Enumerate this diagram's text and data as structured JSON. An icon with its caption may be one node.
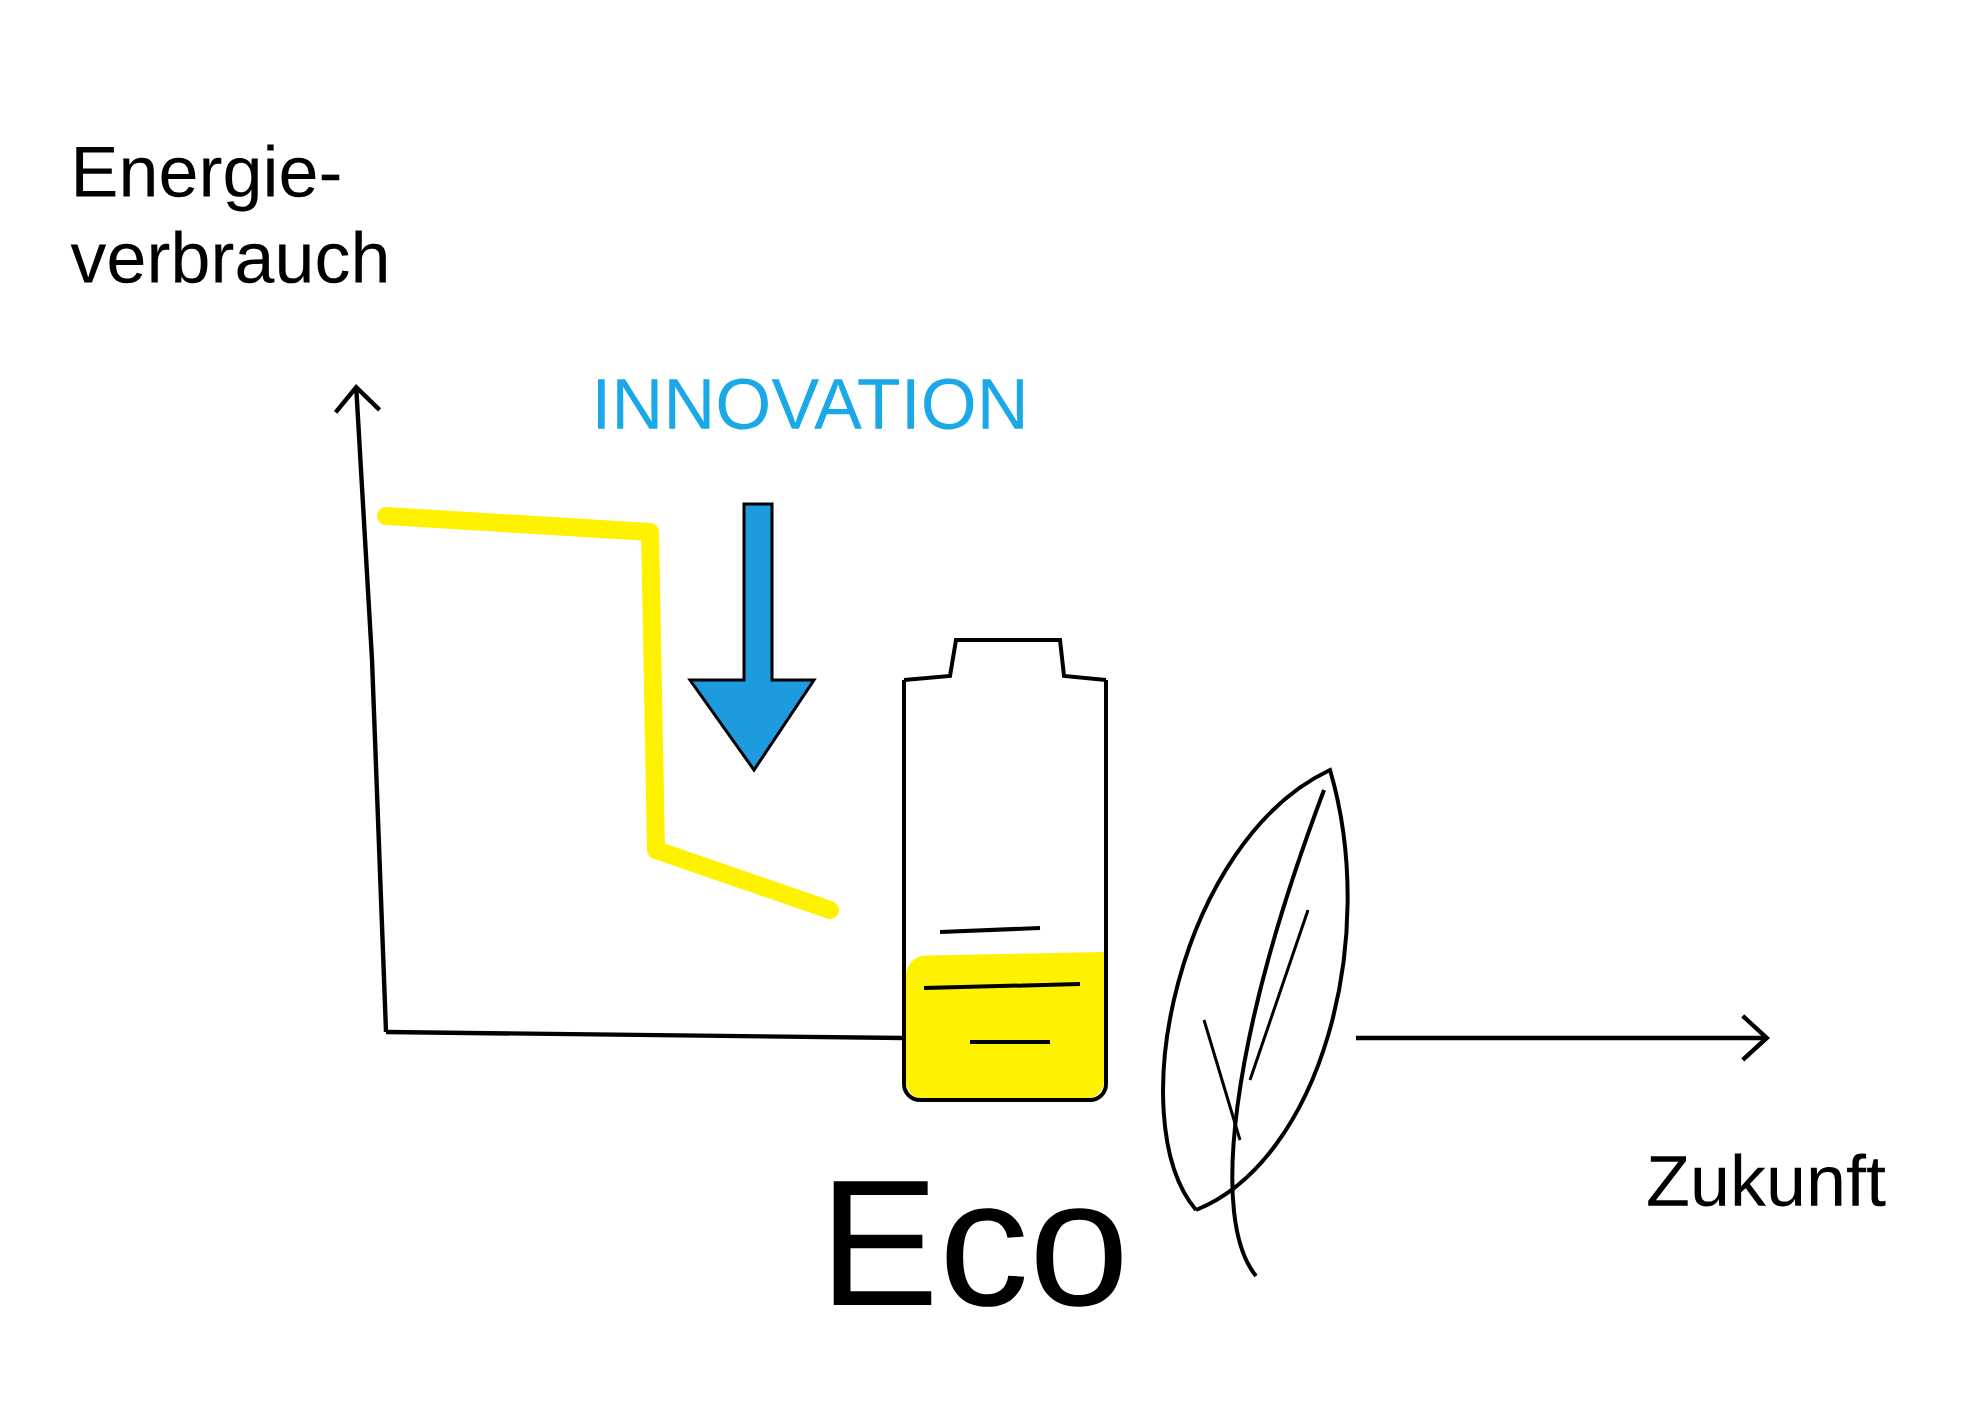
{
  "diagram": {
    "labels": [
      "Energie- verbrauch",
      "INNOVATION",
      "Eco",
      "Zukunft"
    ]
  }
}
